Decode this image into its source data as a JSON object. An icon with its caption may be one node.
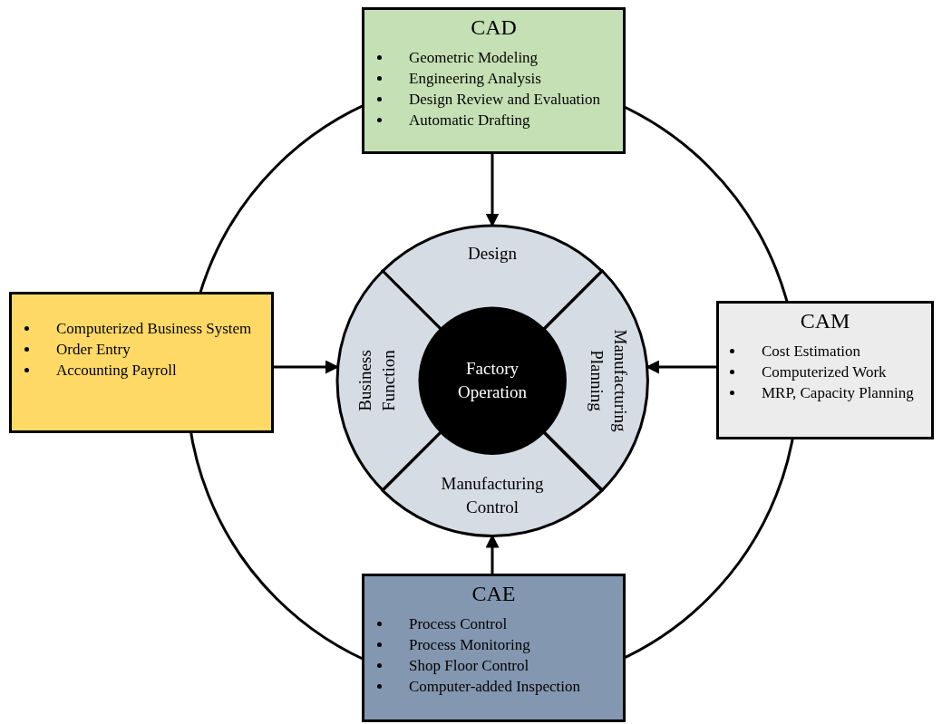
{
  "diagram": {
    "nodes": [
      {
        "text": [
          "CAD",
          "Geometric Modeling",
          "Engineering Analysis",
          "Design Review and Evaluation",
          "Automatic Drafting"
        ]
      },
      {
        "text": [
          "Design"
        ]
      },
      {
        "text": [
          "Computerized Business System",
          "Order Entry",
          "Accounting Payroll"
        ]
      },
      {
        "text": [
          "Business Function"
        ]
      },
      {
        "text": [
          "Factory Operation"
        ]
      },
      {
        "text": [
          "Manufacturing Planning"
        ]
      },
      {
        "text": [
          "CAM",
          "Cost Estimation",
          "Computerized Work",
          "MRP, Capacity Planning"
        ]
      },
      {
        "text": [
          "Manufacturing Control"
        ]
      },
      {
        "text": [
          "CAE",
          "Process Control",
          "Process Monitoring",
          "Shop Floor Control",
          "Computer-added Inspection"
        ]
      }
    ],
    "edges": [
      {
        "from": 0,
        "to": 1,
        "arrow": "to"
      },
      {
        "from": 2,
        "to": 3,
        "arrow": "to"
      },
      {
        "from": 6,
        "to": 5,
        "arrow": "to"
      },
      {
        "from": 8,
        "to": 7,
        "arrow": "to"
      }
    ]
  }
}
